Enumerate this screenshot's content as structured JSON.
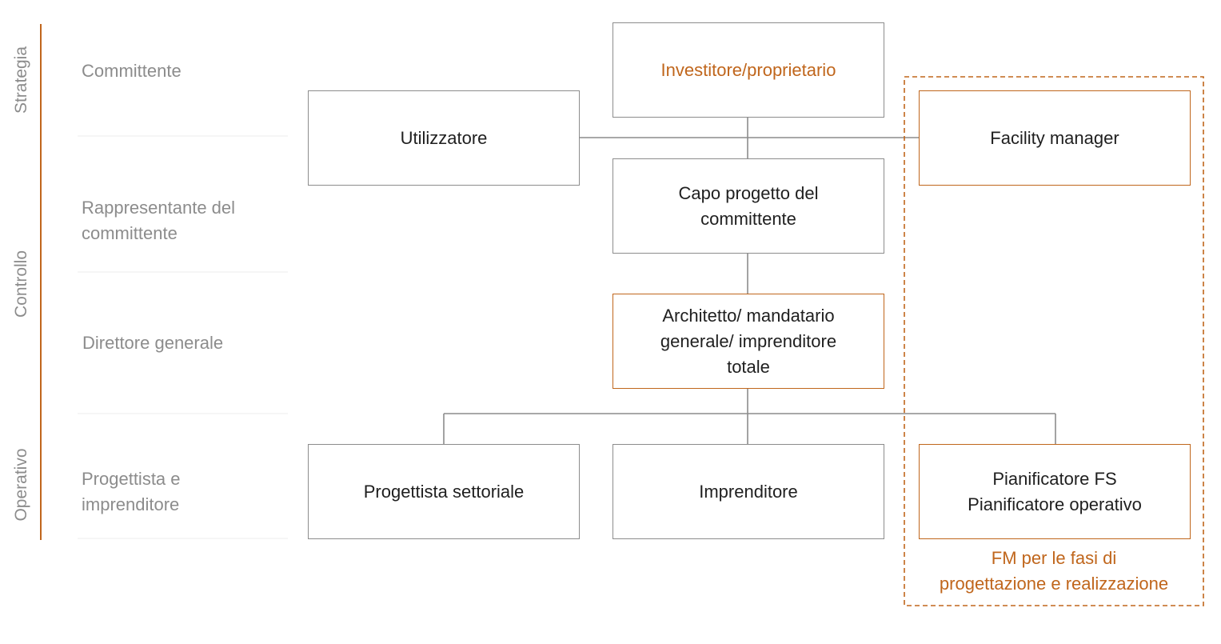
{
  "phases": {
    "strategy": "Strategia",
    "control": "Controllo",
    "operative": "Operativo"
  },
  "rows": {
    "client": "Committente",
    "client_rep": "Rappresentante del\ncommittente",
    "general_director": "Direttore generale",
    "designer_contractor": "Progettista e\nimprenditore"
  },
  "nodes": {
    "investor": "Investitore/proprietario",
    "user": "Utilizzatore",
    "facility_manager": "Facility manager",
    "project_head": "Capo progetto del\ncommittente",
    "architect": "Architetto/ mandatario\ngenerale/ imprenditore\ntotale",
    "sector_designer": "Progettista settoriale",
    "contractor": "Imprenditore",
    "fs_planner": "Pianificatore FS\nPianificatore operativo"
  },
  "fm_caption": "FM per le fasi di\nprogettazione e realizzazione",
  "colors": {
    "accent": "#c0661c",
    "line": "#8c8c8c",
    "muted_text": "#8c8c8c",
    "text": "#1f1f1f"
  }
}
